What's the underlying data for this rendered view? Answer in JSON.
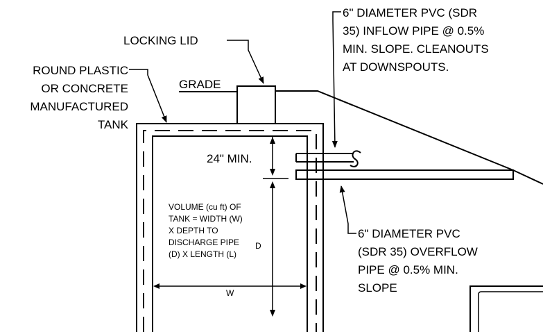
{
  "labels": {
    "locking_lid": "LOCKING LID",
    "tank_type": [
      "ROUND PLASTIC",
      "OR CONCRETE",
      "MANUFACTURED",
      "TANK"
    ],
    "grade": "GRADE",
    "inflow_pipe": [
      "6\" DIAMETER  PVC (SDR",
      "35) INFLOW PIPE @ 0.5%",
      "MIN. SLOPE. CLEANOUTS",
      "AT  DOWNSPOUTS."
    ],
    "min_depth": "24\" MIN.",
    "overflow_pipe": [
      "6\" DIAMETER  PVC",
      "(SDR 35) OVERFLOW",
      "PIPE @ 0.5% MIN.",
      "SLOPE"
    ],
    "volume_note": [
      "VOLUME (cu ft) OF",
      "TANK = WIDTH (W)",
      "X DEPTH TO",
      "DISCHARGE PIPE",
      "(D) X LENGTH (L)"
    ],
    "depth_dim": "D",
    "width_dim": "W"
  }
}
